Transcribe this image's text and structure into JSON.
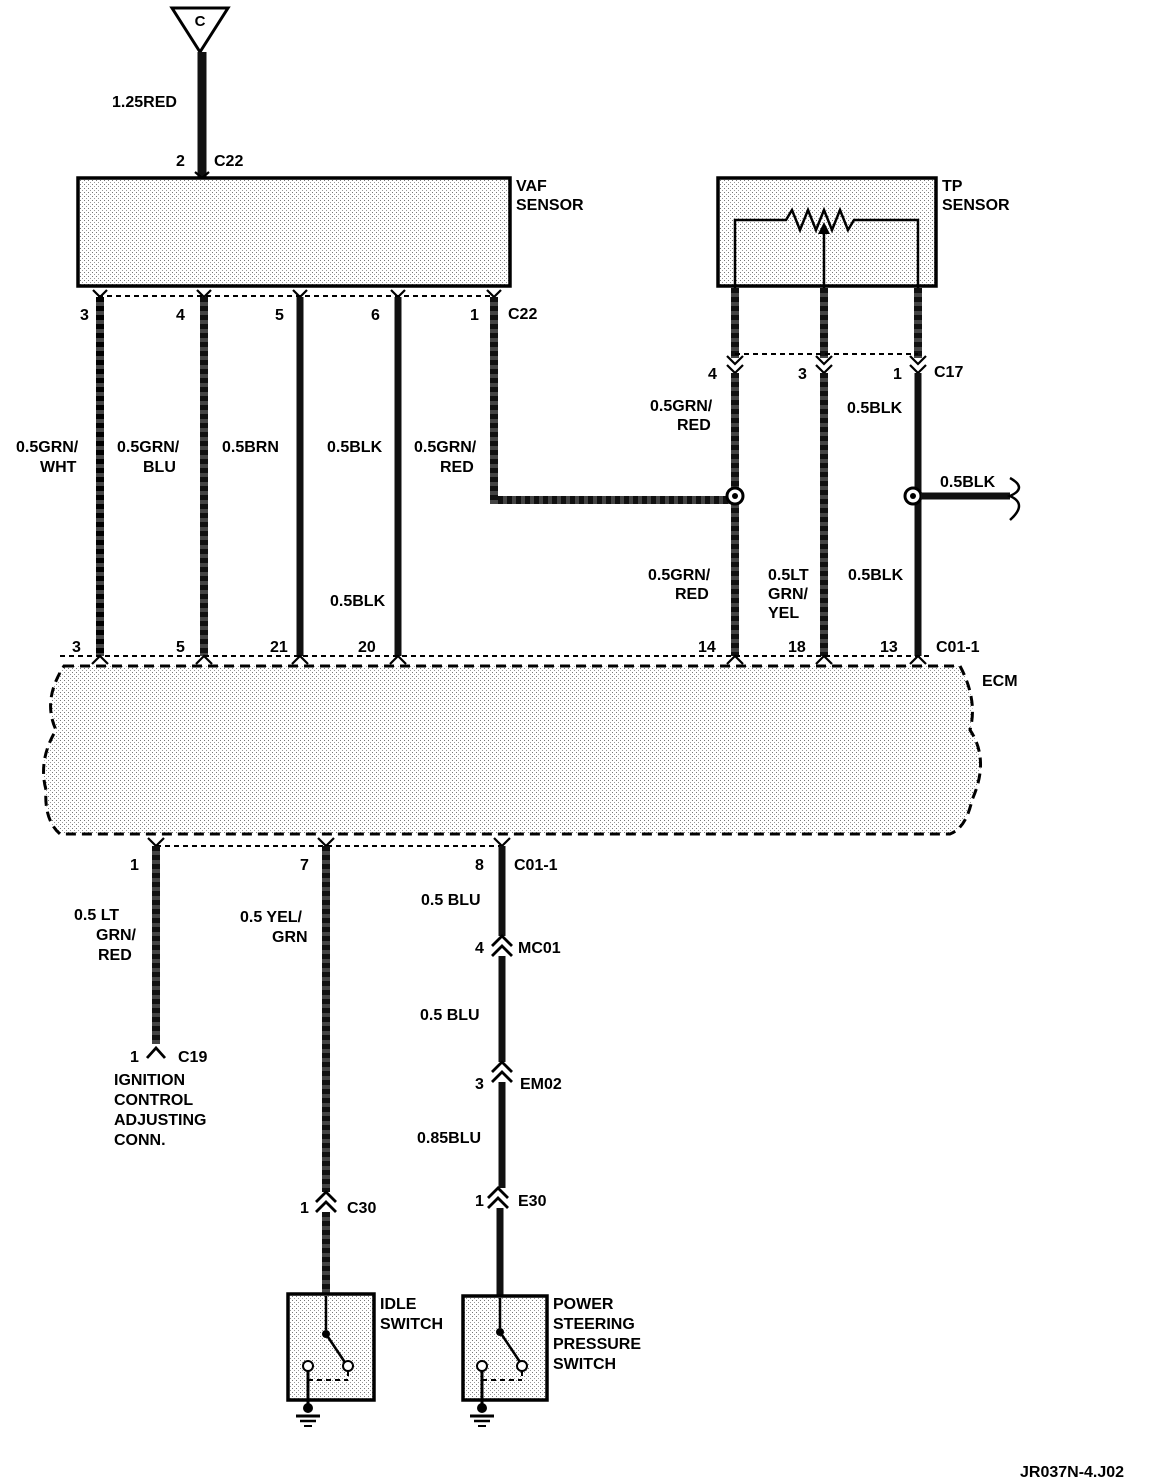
{
  "top_connector": {
    "label": "C"
  },
  "wires": {
    "feed": "1.25RED",
    "vaf_3": "0.5GRN/\nWHT",
    "vaf_4": "0.5GRN/\nBLU",
    "vaf_5": "0.5BRN",
    "vaf_6": "0.5BLK",
    "vaf_6_lower": "0.5BLK",
    "vaf_1": "0.5GRN/\nRED",
    "tp_4_upper": "0.5GRN/\nRED",
    "tp_4_lower": "0.5GRN/\nRED",
    "tp_3": "0.5LT\nGRN/\nYEL",
    "tp_1_upper": "0.5BLK",
    "tp_1_lower": "0.5BLK",
    "ground_branch": "0.5BLK",
    "ecm_1": "0.5 LT\nGRN/\nRED",
    "ecm_7": "0.5 YEL/\nGRN",
    "ecm_8_a": "0.5 BLU",
    "ecm_8_b": "0.5 BLU",
    "ecm_8_c": "0.85BLU"
  },
  "components": {
    "vaf_sensor": "VAF\nSENSOR",
    "tp_sensor": "TP\nSENSOR",
    "ecm": "ECM",
    "ignition_connector": "IGNITION\nCONTROL\nADJUSTING\nCONN.",
    "idle_switch": "IDLE\nSWITCH",
    "ps_switch": "POWER\nSTEERING\nPRESSURE\nSWITCH"
  },
  "connectors": {
    "c22_top": "C22",
    "c22_bottom": "C22",
    "c17": "C17",
    "c01_top": "C01-1",
    "c01_bottom": "C01-1",
    "c19": "C19",
    "mc01": "MC01",
    "em02": "EM02",
    "e30": "E30",
    "c30": "C30"
  },
  "pins": {
    "c22_top": "2",
    "vaf": [
      "3",
      "4",
      "5",
      "6",
      "1"
    ],
    "tp": [
      "4",
      "3",
      "1"
    ],
    "ecm_top": [
      "3",
      "5",
      "21",
      "20",
      "14",
      "18",
      "13"
    ],
    "ecm_bottom": [
      "1",
      "7",
      "8"
    ],
    "c19": "1",
    "mc01": "4",
    "em02": "3",
    "e30": "1",
    "c30": "1"
  },
  "figure_code": "JR037N-4.J02"
}
